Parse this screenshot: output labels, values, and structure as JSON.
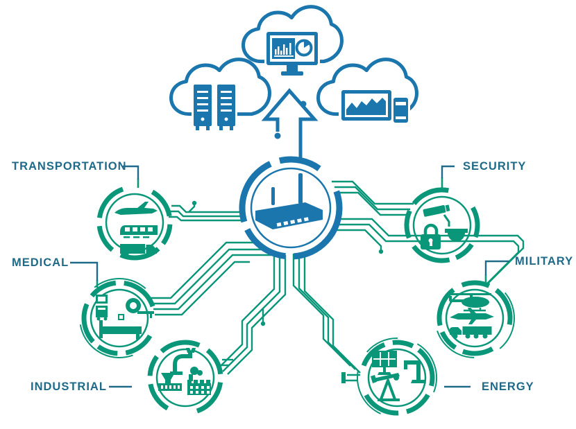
{
  "colors": {
    "blue": "#1B76AD",
    "green": "#0A9679",
    "label_text": "#1E6A88",
    "background": "#FFFFFF"
  },
  "clouds": {
    "left": {
      "name": "cloud-servers",
      "icon": "server-racks-icon"
    },
    "center": {
      "name": "cloud-analytics",
      "icon": "monitor-dashboard-icon"
    },
    "right": {
      "name": "cloud-mobile",
      "icon": "tablet-chart-and-phone-icon"
    }
  },
  "arrow": {
    "icon": "upload-arrow-icon",
    "direction": "up"
  },
  "hub": {
    "icon": "iot-gateway-router-icon"
  },
  "nodes": [
    {
      "id": "transportation",
      "label": "TRANSPORTATION",
      "icons": [
        "airplane-icon",
        "train-icon",
        "truck-icon"
      ]
    },
    {
      "id": "medical",
      "label": "MEDICAL",
      "icons": [
        "patient-monitor-icon",
        "mri-scanner-icon",
        "hospital-bed-icon"
      ]
    },
    {
      "id": "industrial",
      "label": "INDUSTRIAL",
      "icons": [
        "robot-arm-icon",
        "press-machine-icon",
        "factory-icon"
      ]
    },
    {
      "id": "security",
      "label": "SECURITY",
      "icons": [
        "cctv-camera-icon",
        "padlock-icon",
        "dome-camera-icon"
      ]
    },
    {
      "id": "military",
      "label": "MILITARY",
      "icons": [
        "helicopter-icon",
        "fighter-jet-icon",
        "military-truck-icon"
      ]
    },
    {
      "id": "energy",
      "label": "ENERGY",
      "icons": [
        "solar-panel-icon",
        "utility-pump-icon",
        "oil-pumpjack-icon"
      ]
    }
  ],
  "connections": [
    {
      "from": "hub",
      "to": "cloud-layer",
      "style": "outlined-arrow"
    },
    {
      "from": "hub",
      "to": "transportation",
      "style": "circuit-traces"
    },
    {
      "from": "hub",
      "to": "medical",
      "style": "circuit-traces"
    },
    {
      "from": "hub",
      "to": "industrial",
      "style": "circuit-traces"
    },
    {
      "from": "hub",
      "to": "security",
      "style": "circuit-traces"
    },
    {
      "from": "hub",
      "to": "military",
      "style": "circuit-traces"
    },
    {
      "from": "hub",
      "to": "energy",
      "style": "circuit-traces"
    }
  ]
}
